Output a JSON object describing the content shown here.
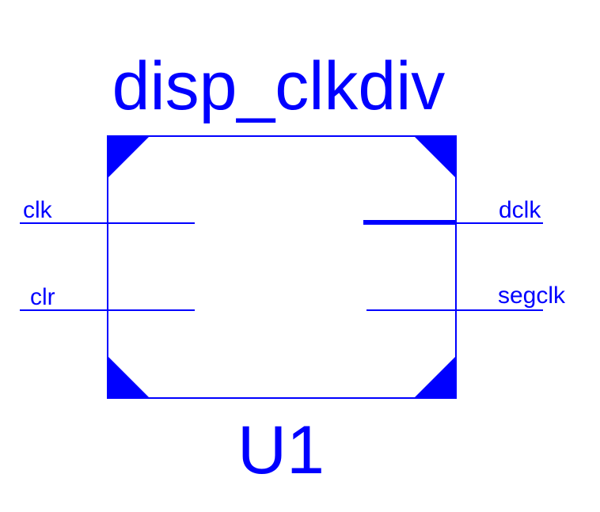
{
  "symbol": {
    "module_name": "disp_clkdiv",
    "instance_name": "U1",
    "color": "#0000ff",
    "inputs": [
      {
        "name": "clk",
        "bus": false
      },
      {
        "name": "clr",
        "bus": false
      }
    ],
    "outputs": [
      {
        "name": "dclk",
        "bus": true
      },
      {
        "name": "segclk",
        "bus": false
      }
    ]
  }
}
